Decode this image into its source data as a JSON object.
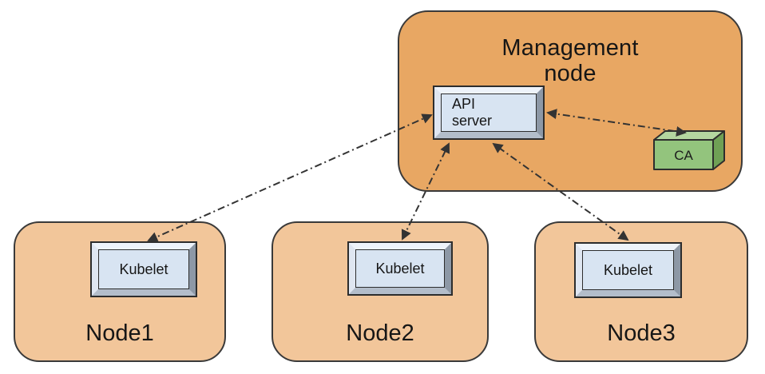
{
  "management_node": {
    "label": "Management\nnode",
    "api_server_label": "API\nserver",
    "ca_label": "CA"
  },
  "nodes": [
    {
      "label": "Node1",
      "component_label": "Kubelet"
    },
    {
      "label": "Node2",
      "component_label": "Kubelet"
    },
    {
      "label": "Node3",
      "component_label": "Kubelet"
    }
  ],
  "connections": [
    {
      "from": "api-server",
      "to": "kubelet-node1",
      "style": "dash-dot",
      "bidirectional": true
    },
    {
      "from": "api-server",
      "to": "kubelet-node2",
      "style": "dash-dot",
      "bidirectional": true
    },
    {
      "from": "api-server",
      "to": "kubelet-node3",
      "style": "dash-dot",
      "bidirectional": true
    },
    {
      "from": "api-server",
      "to": "ca",
      "style": "dash-dot",
      "bidirectional": true
    }
  ],
  "colors": {
    "management_node_fill": "#E8A763",
    "node_fill": "#F2C69A",
    "box_face": "#D8E4F2",
    "ca_front": "#93C47D",
    "ca_top": "#B4D6A0",
    "ca_side": "#6FA055",
    "border": "#3A3A3A",
    "arrow": "#333333"
  }
}
